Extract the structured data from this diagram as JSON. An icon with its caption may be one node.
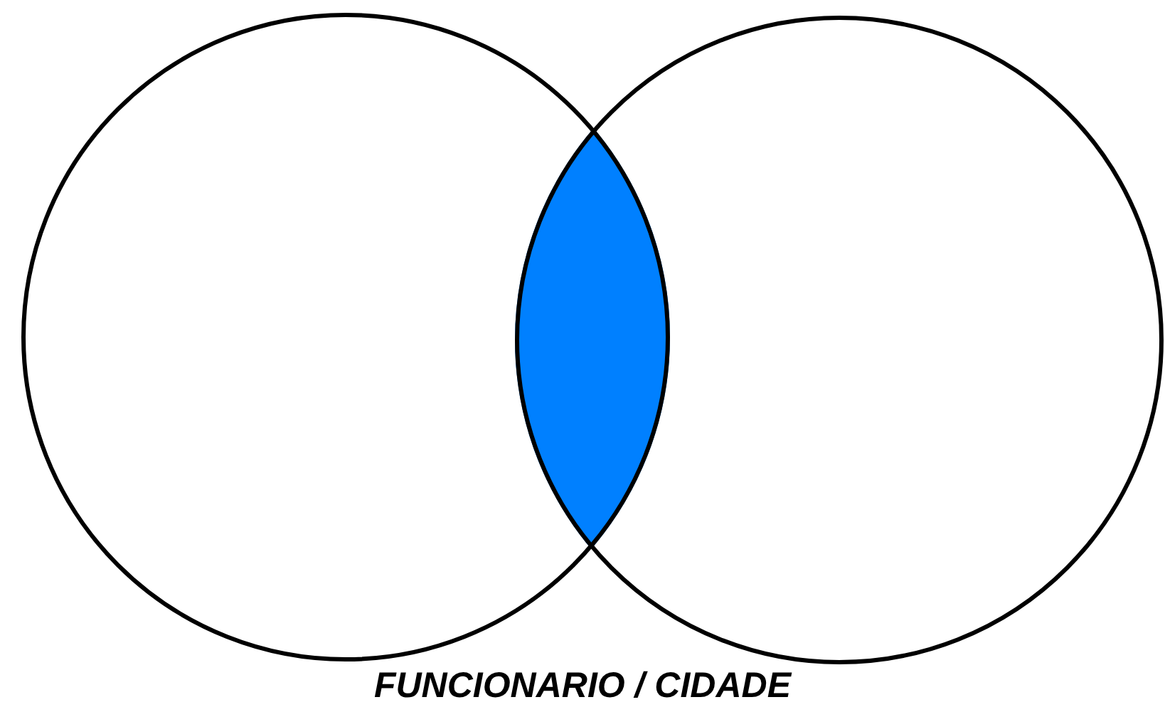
{
  "diagram": {
    "caption": "FUNCIONARIO / CIDADE",
    "nodes": [
      {
        "text": [],
        "shape": "circle"
      },
      {
        "text": [],
        "shape": "lens"
      },
      {
        "text": [],
        "shape": "circle"
      }
    ]
  }
}
